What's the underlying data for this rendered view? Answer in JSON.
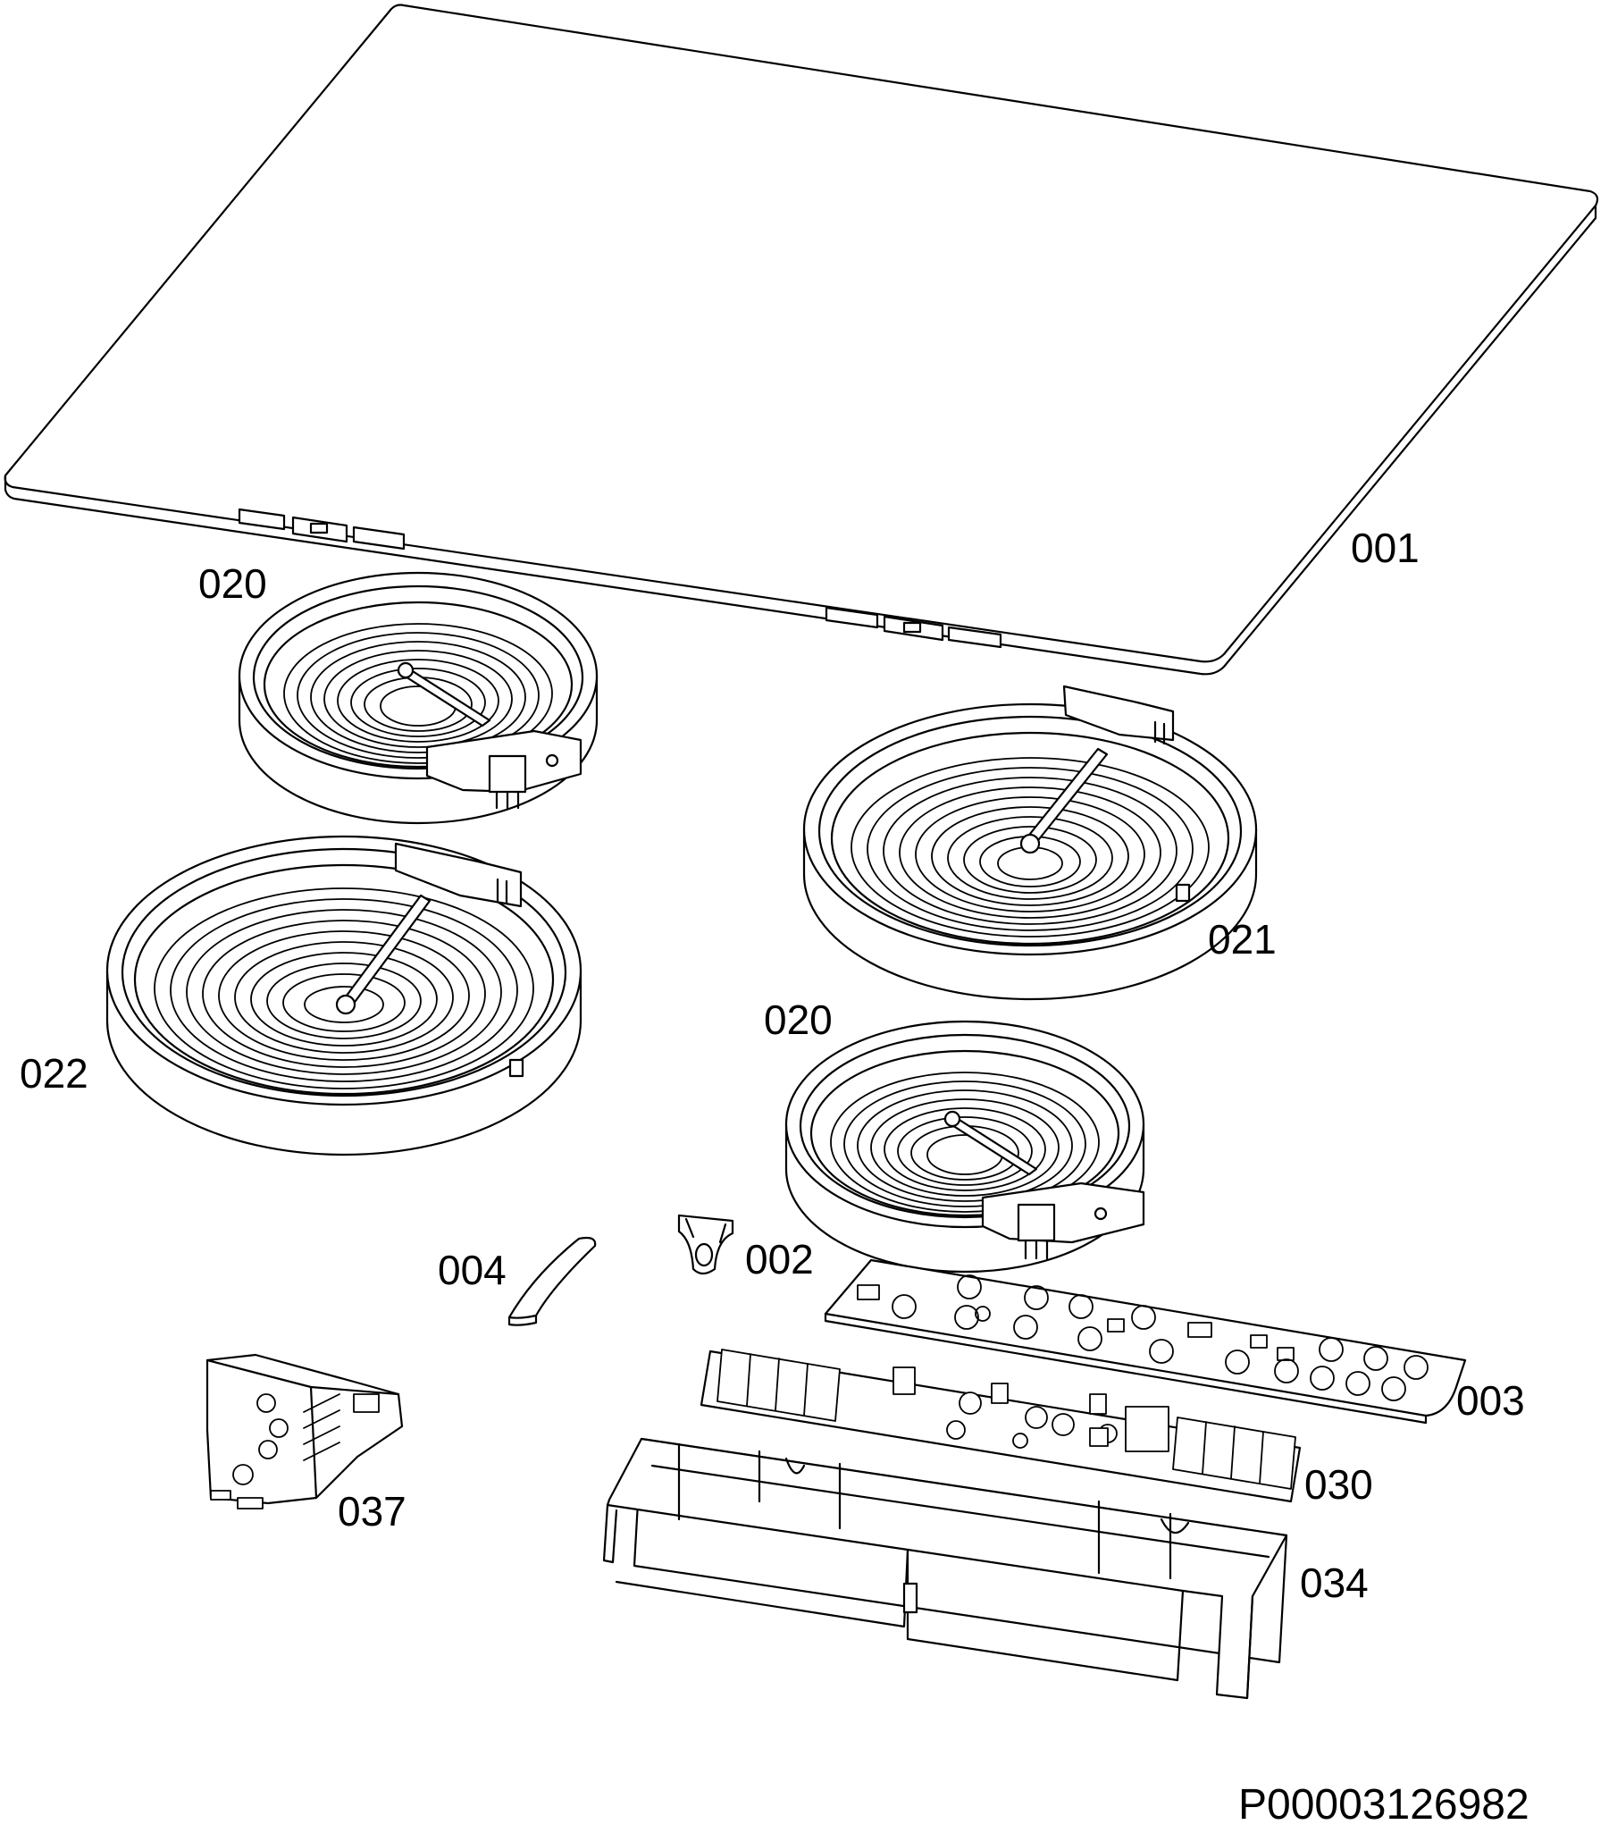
{
  "labels": {
    "glass_top": "001",
    "hotplate_small_rear": "020",
    "hotplate_small_front": "020",
    "hotplate_medium": "021",
    "hotplate_large": "022",
    "clip": "002",
    "strip": "004",
    "control_board": "003",
    "power_board": "030",
    "housing": "034",
    "terminal_block": "037"
  },
  "document_id": "P00003126982"
}
